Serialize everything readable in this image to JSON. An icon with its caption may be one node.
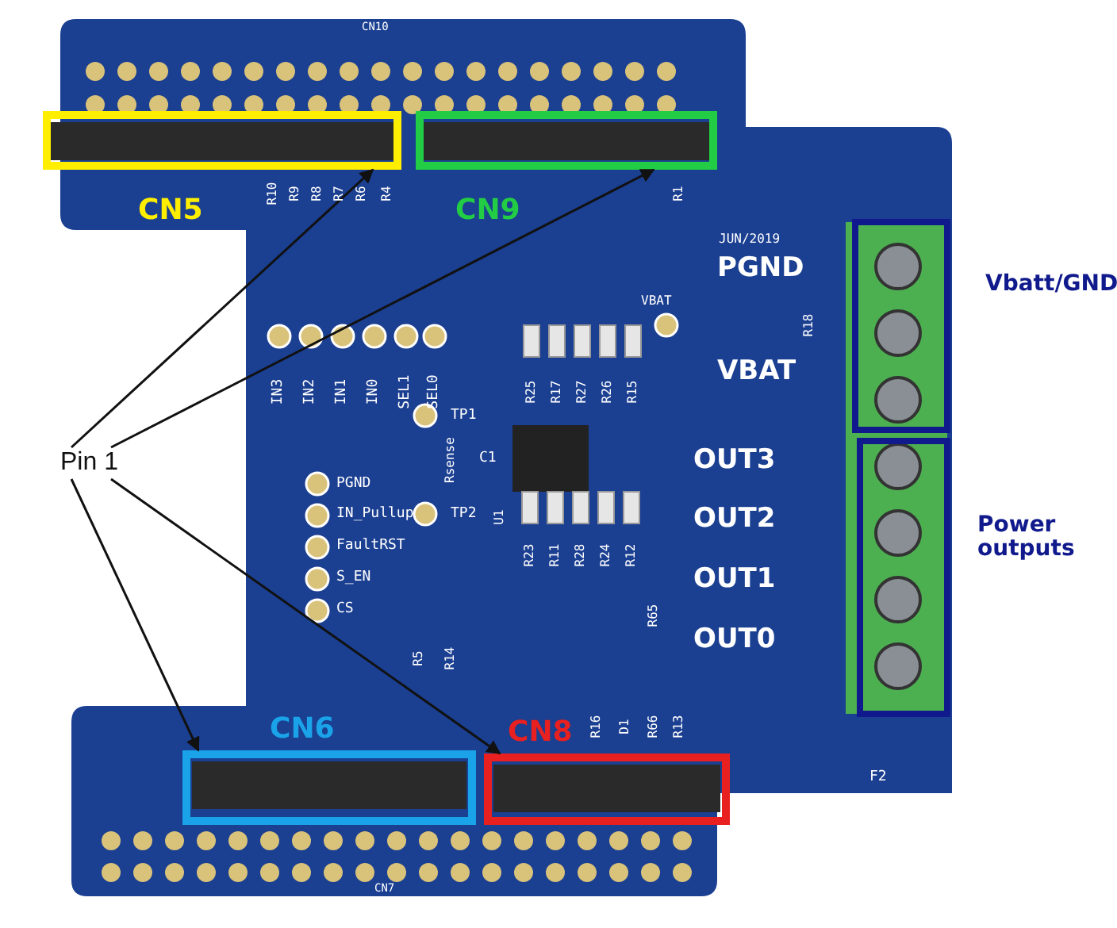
{
  "diagram": {
    "nodes": [
      {
        "text": [
          "CN5"
        ]
      },
      {
        "text": [
          "CN9"
        ]
      },
      {
        "text": [
          "CN6"
        ]
      },
      {
        "text": [
          "CN8"
        ]
      },
      {
        "text": [
          "Vbatt/GND"
        ]
      },
      {
        "text": [
          "Power outputs"
        ]
      },
      {
        "text": [
          "Pin 1"
        ]
      }
    ],
    "edges": [
      {
        "from": 6,
        "to": 0,
        "arrow": "to"
      },
      {
        "from": 6,
        "to": 1,
        "arrow": "to"
      },
      {
        "from": 6,
        "to": 2,
        "arrow": "to"
      },
      {
        "from": 6,
        "to": 3,
        "arrow": "to"
      }
    ],
    "labels": [
      "CN10",
      "R10",
      "R9",
      "R8",
      "R7",
      "R6",
      "R4",
      "R1",
      "JUN/2019",
      "PGND",
      "VBAT",
      "R18",
      "VBAT",
      "IN3",
      "IN2",
      "IN1",
      "IN0",
      "SEL1",
      "SEL0",
      "R25",
      "R17",
      "R27",
      "R26",
      "R15",
      "TP1",
      "Rsense",
      "C1",
      "OUT3",
      "PGND",
      "IN_Pullup",
      "TP2",
      "U1",
      "OUT2",
      "FaultRST",
      "R23",
      "R11",
      "R28",
      "R24",
      "R12",
      "S_EN",
      "OUT1",
      "CS",
      "R65",
      "OUT0",
      "R5",
      "R14",
      "R16",
      "D1",
      "R66",
      "R13",
      "F2",
      "CN7"
    ]
  }
}
